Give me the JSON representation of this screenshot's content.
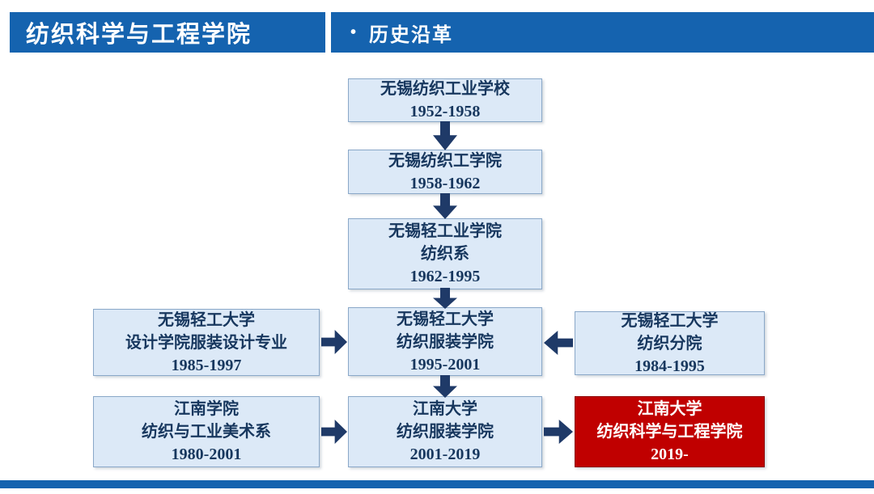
{
  "header": {
    "title": "纺织科学与工程学院",
    "bullet": "•",
    "section": "历史沿革"
  },
  "colors": {
    "header_bg": "#1563af",
    "box_fill": "#dce9f7",
    "box_border": "#8aa8c8",
    "box_text": "#17375e",
    "arrow": "#1f3a68",
    "highlight_bg": "#c00000",
    "highlight_text": "#ffffff"
  },
  "flowchart": {
    "center": [
      {
        "lines": [
          "无锡纺织工业学校",
          "1952-1958"
        ]
      },
      {
        "lines": [
          "无锡纺织工学院",
          "1958-1962"
        ]
      },
      {
        "lines": [
          "无锡轻工业学院",
          "纺织系",
          "1962-1995"
        ]
      },
      {
        "lines": [
          "无锡轻工大学",
          "纺织服装学院",
          "1995-2001"
        ]
      },
      {
        "lines": [
          "江南大学",
          "纺织服装学院",
          "2001-2019"
        ]
      }
    ],
    "left": [
      {
        "lines": [
          "无锡轻工大学",
          "设计学院服装设计专业",
          "1985-1997"
        ]
      },
      {
        "lines": [
          "江南学院",
          "纺织与工业美术系",
          "1980-2001"
        ]
      }
    ],
    "right": [
      {
        "lines": [
          "无锡轻工大学",
          "纺织分院",
          "1984-1995"
        ]
      },
      {
        "lines": [
          "江南大学",
          "纺织科学与工程学院",
          "2019-"
        ]
      }
    ]
  }
}
